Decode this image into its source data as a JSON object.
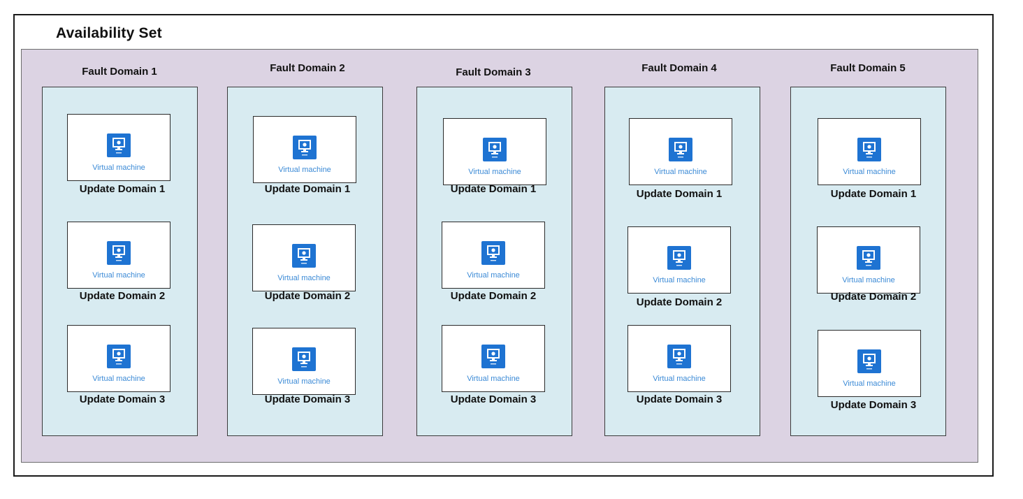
{
  "title": "Availability Set",
  "colors": {
    "set_background": "#dcd3e3",
    "fault_domain_background": "#d8ebf1",
    "vm_icon": "#1e73d2",
    "vm_label": "#3b8ad6"
  },
  "vm_icon_name": "virtual-machine-icon",
  "fault_domains": [
    {
      "label": "Fault Domain 1",
      "update_domains": [
        {
          "vm_label": "Virtual machine",
          "label": "Update Domain 1"
        },
        {
          "vm_label": "Virtual machine",
          "label": "Update Domain 2"
        },
        {
          "vm_label": "Virtual machine",
          "label": "Update Domain 3"
        }
      ]
    },
    {
      "label": "Fault Domain 2",
      "update_domains": [
        {
          "vm_label": "Virtual machine",
          "label": "Update Domain 1"
        },
        {
          "vm_label": "Virtual machine",
          "label": "Update Domain 2"
        },
        {
          "vm_label": "Virtual machine",
          "label": "Update Domain 3"
        }
      ]
    },
    {
      "label": "Fault Domain 3",
      "update_domains": [
        {
          "vm_label": "Virtual machine",
          "label": "Update Domain 1"
        },
        {
          "vm_label": "Virtual machine",
          "label": "Update Domain 2"
        },
        {
          "vm_label": "Virtual machine",
          "label": "Update Domain 3"
        }
      ]
    },
    {
      "label": "Fault Domain 4",
      "update_domains": [
        {
          "vm_label": "Virtual machine",
          "label": "Update Domain 1"
        },
        {
          "vm_label": "Virtual machine",
          "label": "Update Domain 2"
        },
        {
          "vm_label": "Virtual machine",
          "label": "Update Domain 3"
        }
      ]
    },
    {
      "label": "Fault Domain 5",
      "update_domains": [
        {
          "vm_label": "Virtual machine",
          "label": "Update Domain 1"
        },
        {
          "vm_label": "Virtual machine",
          "label": "Update Domain 2"
        },
        {
          "vm_label": "Virtual machine",
          "label": "Update Domain 3"
        }
      ]
    }
  ]
}
